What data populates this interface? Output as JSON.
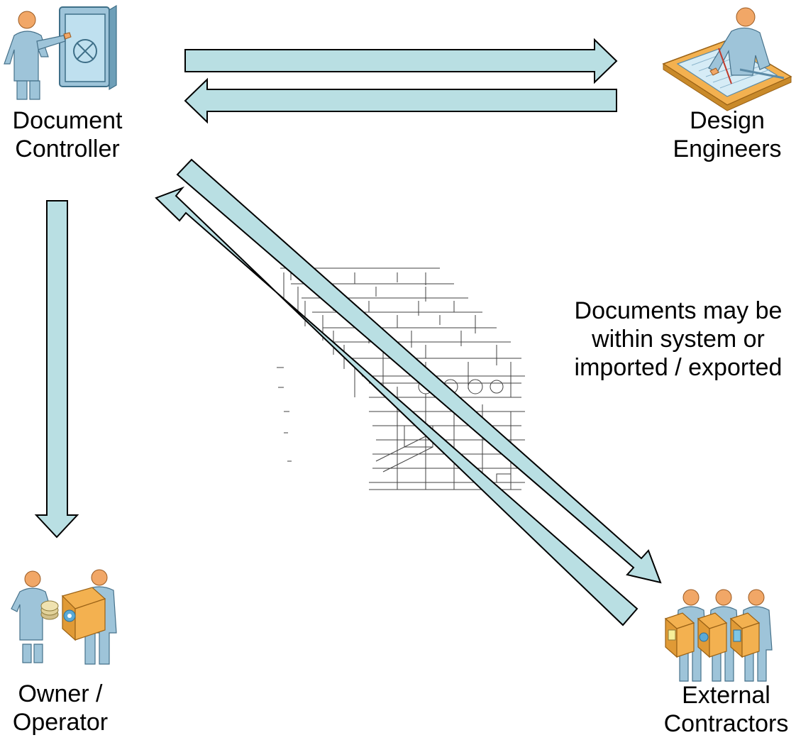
{
  "nodes": {
    "document_controller": {
      "label_line1": "Document",
      "label_line2": "Controller",
      "icon": "person-with-safe-icon"
    },
    "design_engineers": {
      "label_line1": "Design",
      "label_line2": "Engineers",
      "icon": "person-at-drafting-table-icon"
    },
    "owner_operator": {
      "label_line1": "Owner /",
      "label_line2": "Operator",
      "icon": "people-exchanging-box-icon"
    },
    "external_contractors": {
      "label_line1": "External",
      "label_line2": "Contractors",
      "icon": "people-carrying-boxes-icon"
    }
  },
  "note": {
    "line1": "Documents may be",
    "line2": "within system or",
    "line3": "imported / exported"
  },
  "illustration": {
    "name": "engineering-drawings-stack"
  },
  "colors": {
    "arrow_fill": "#b9dfe3",
    "arrow_stroke": "#000000",
    "shirt": "#9ec4d9",
    "skin": "#f1a767",
    "box": "#f3b150"
  }
}
